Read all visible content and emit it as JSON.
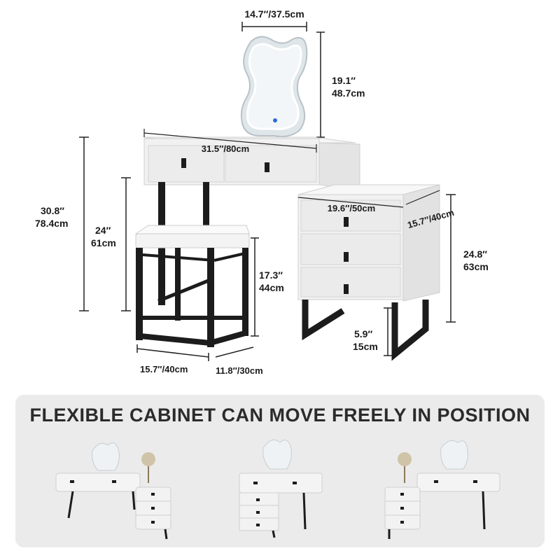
{
  "dimensions": {
    "mirror_width": "14.7″/37.5cm",
    "mirror_height_in": "19.1″",
    "mirror_height_cm": "48.7cm",
    "desk_width": "31.5″/80cm",
    "total_height_in": "30.8″",
    "total_height_cm": "78.4cm",
    "desk_clearance_in": "24″",
    "desk_clearance_cm": "61cm",
    "cabinet_width": "19.6″/50cm",
    "cabinet_depth": "15.7″/40cm",
    "cabinet_height_in": "24.8″",
    "cabinet_height_cm": "63cm",
    "stool_height_in": "17.3″",
    "stool_height_cm": "44cm",
    "leg_height_in": "5.9″",
    "leg_height_cm": "15cm",
    "stool_width": "15.7″/40cm",
    "stool_depth": "11.8″/30cm"
  },
  "banner": {
    "title": "FLEXIBLE CABINET CAN MOVE FREELY IN POSITION"
  },
  "colors": {
    "furniture_white": "#f4f4f4",
    "metal_black": "#1c1c1c",
    "banner_bg": "#ebebeb",
    "mirror_glow": "#e6eef4"
  }
}
